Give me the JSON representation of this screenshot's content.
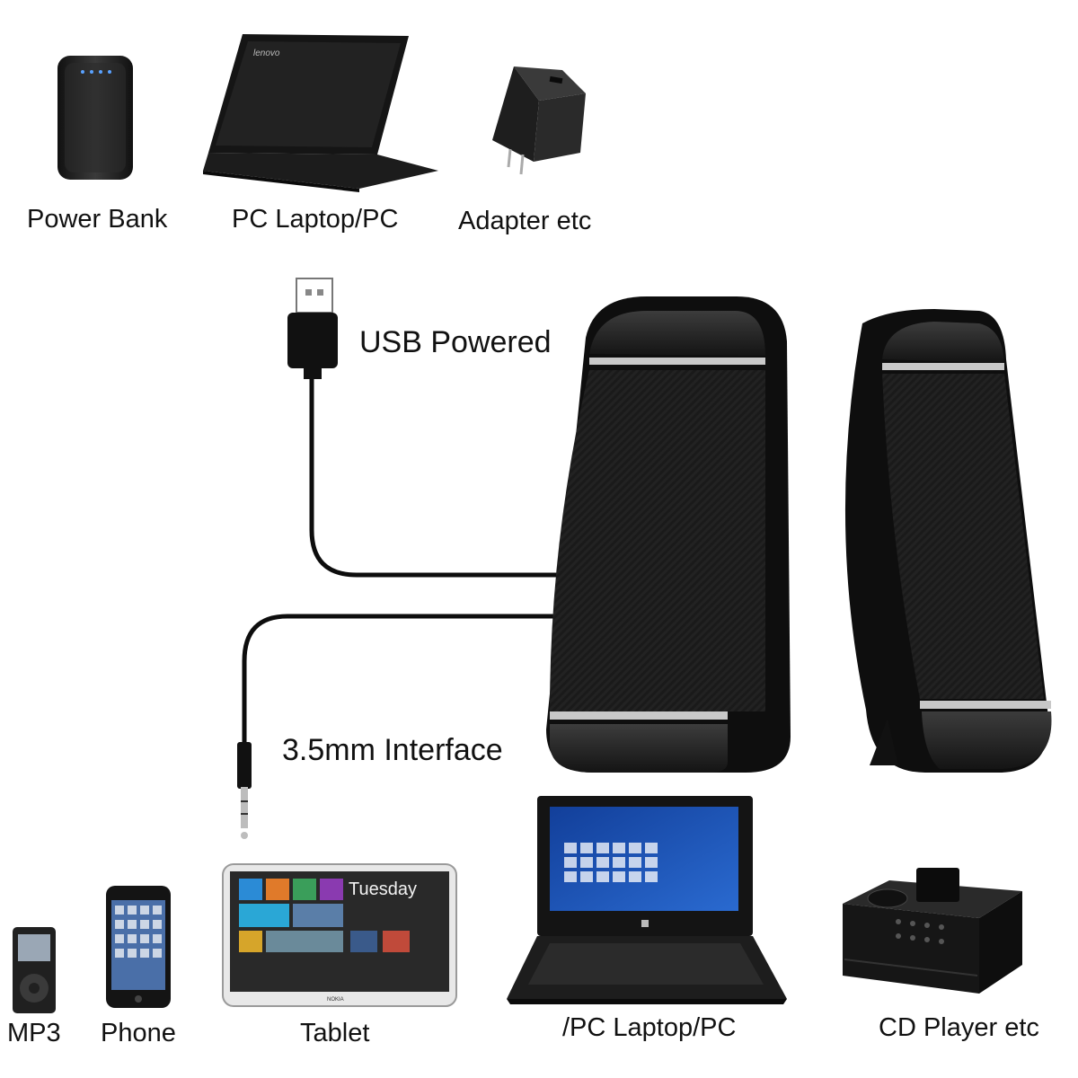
{
  "sources": [
    {
      "label": "Power Bank",
      "icon": "power-bank-icon"
    },
    {
      "label": "PC Laptop/PC",
      "icon": "laptop-icon",
      "brand": "lenovo"
    },
    {
      "label": "Adapter etc",
      "icon": "usb-adapter-icon"
    }
  ],
  "cables": {
    "usb_label": "USB Powered",
    "aux_label": "3.5mm Interface"
  },
  "devices": [
    {
      "label": "MP3",
      "icon": "mp3-player-icon"
    },
    {
      "label": "Phone",
      "icon": "phone-icon"
    },
    {
      "label": "Tablet",
      "icon": "tablet-icon",
      "screen_text": "Tuesday",
      "brand": "NOKIA"
    },
    {
      "label": "/PC Laptop/PC",
      "icon": "laptop-icon"
    },
    {
      "label": "CD Player etc",
      "icon": "cd-player-icon"
    }
  ],
  "colors": {
    "speaker": "#1b1b1b",
    "trim": "#c8c8c8",
    "screen_blue": "#1f56b8",
    "cable": "#0d0d0d"
  }
}
